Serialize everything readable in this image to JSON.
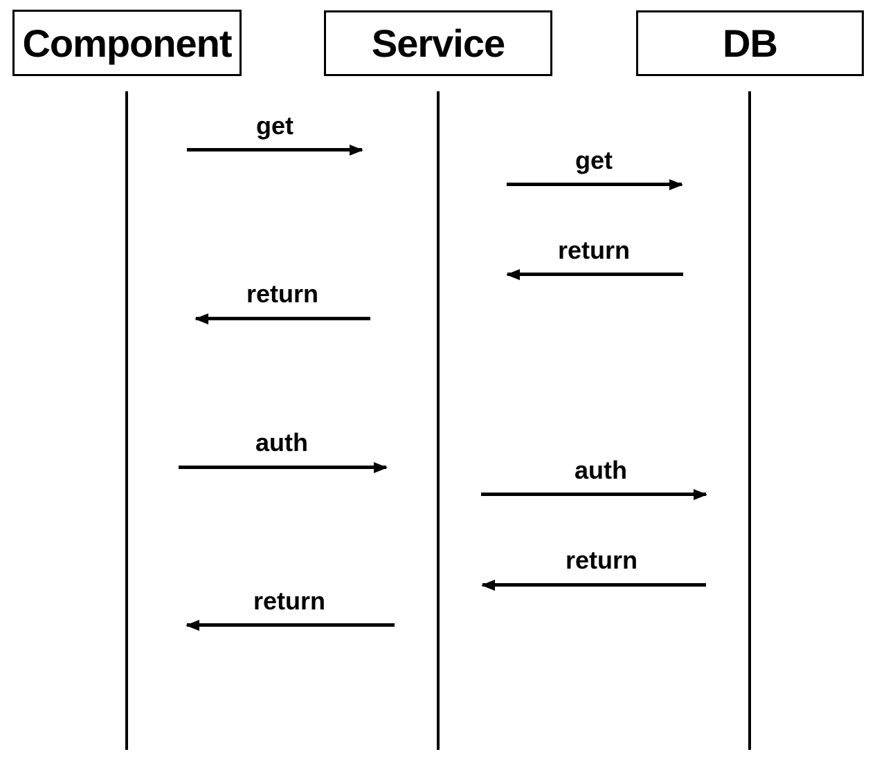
{
  "diagram": {
    "type": "sequence-diagram",
    "colors": {
      "background": "#ffffff",
      "line": "#000000",
      "text": "#000000"
    },
    "actors": [
      {
        "label": "Component"
      },
      {
        "label": "Service"
      },
      {
        "label": "DB"
      }
    ],
    "messages": [
      {
        "from": "Component",
        "to": "Service",
        "label": "get",
        "direction": "right"
      },
      {
        "from": "Service",
        "to": "DB",
        "label": "get",
        "direction": "right"
      },
      {
        "from": "DB",
        "to": "Service",
        "label": "return",
        "direction": "left"
      },
      {
        "from": "Service",
        "to": "Component",
        "label": "return",
        "direction": "left"
      },
      {
        "from": "Component",
        "to": "Service",
        "label": "auth",
        "direction": "right"
      },
      {
        "from": "Service",
        "to": "DB",
        "label": "auth",
        "direction": "right"
      },
      {
        "from": "DB",
        "to": "Service",
        "label": "return",
        "direction": "left"
      },
      {
        "from": "Service",
        "to": "Component",
        "label": "return",
        "direction": "left"
      }
    ]
  }
}
